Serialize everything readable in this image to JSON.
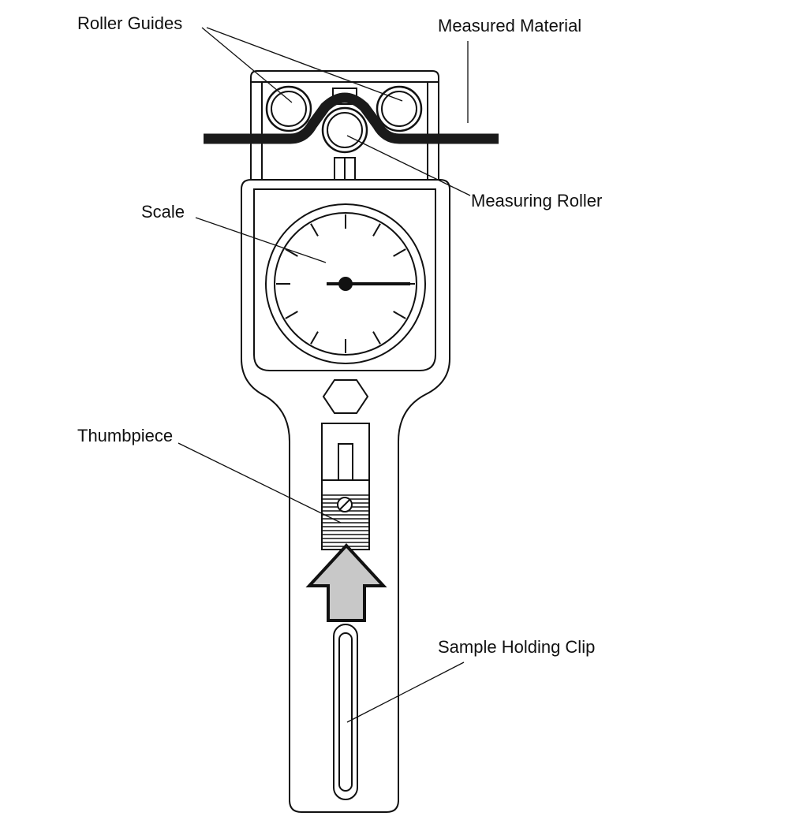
{
  "labels": {
    "roller_guides": "Roller Guides",
    "measured_material": "Measured Material",
    "measuring_roller": "Measuring Roller",
    "scale": "Scale",
    "thumbpiece": "Thumbpiece",
    "sample_holding_clip": "Sample Holding Clip"
  },
  "gauge": {
    "tick_count": 12,
    "needle_direction": "right"
  },
  "icons": {
    "arrow": "up-arrow-icon",
    "hexagon": "hex-nut-icon"
  },
  "colors": {
    "stroke": "#111111",
    "arrow_fill": "#c8c8c8",
    "material": "#1a1a1a",
    "background": "#ffffff"
  }
}
